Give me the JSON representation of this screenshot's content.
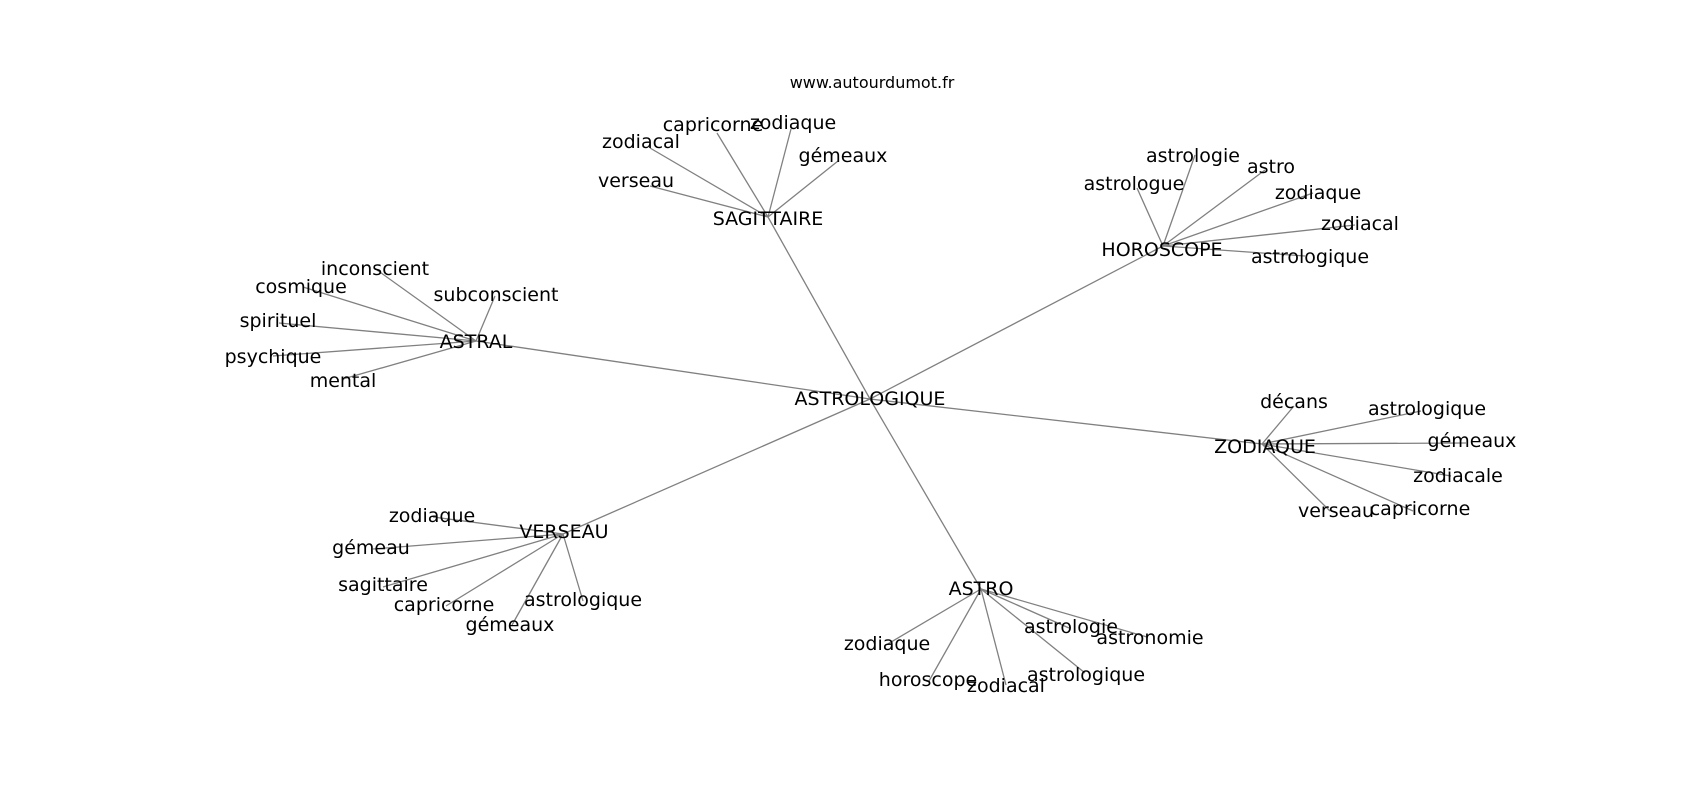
{
  "source": "www.autourdumot.fr",
  "root": "ASTROLOGIQUE",
  "clusters": [
    {
      "hub": "SAGITTAIRE",
      "leaves": [
        "verseau",
        "zodiacal",
        "capricorne",
        "zodiaque",
        "gémeaux"
      ]
    },
    {
      "hub": "HOROSCOPE",
      "leaves": [
        "astrologue",
        "astrologie",
        "astro",
        "zodiaque",
        "zodiacal",
        "astrologique"
      ]
    },
    {
      "hub": "ASTRAL",
      "leaves": [
        "inconscient",
        "cosmique",
        "subconscient",
        "spirituel",
        "psychique",
        "mental"
      ]
    },
    {
      "hub": "ZODIAQUE",
      "leaves": [
        "décans",
        "astrologique",
        "gémeaux",
        "zodiacale",
        "capricorne",
        "verseau"
      ]
    },
    {
      "hub": "VERSEAU",
      "leaves": [
        "zodiaque",
        "gémeau",
        "sagittaire",
        "capricorne",
        "gémeaux",
        "astrologique"
      ]
    },
    {
      "hub": "ASTRO",
      "leaves": [
        "zodiaque",
        "horoscope",
        "zodiacal",
        "astrologique",
        "astrologie",
        "astronomie"
      ]
    }
  ]
}
